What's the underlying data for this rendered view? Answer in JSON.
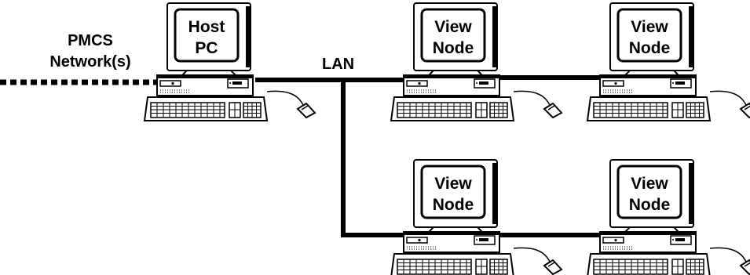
{
  "labels": {
    "network_line1": "PMCS",
    "network_line2": "Network(s)",
    "lan": "LAN"
  },
  "computers": [
    {
      "line1": "Host",
      "line2": "PC"
    },
    {
      "line1": "View",
      "line2": "Node"
    },
    {
      "line1": "View",
      "line2": "Node"
    },
    {
      "line1": "View",
      "line2": "Node"
    },
    {
      "line1": "View",
      "line2": "Node"
    }
  ],
  "colors": {
    "ink": "#000000",
    "background": "#ffffff"
  }
}
